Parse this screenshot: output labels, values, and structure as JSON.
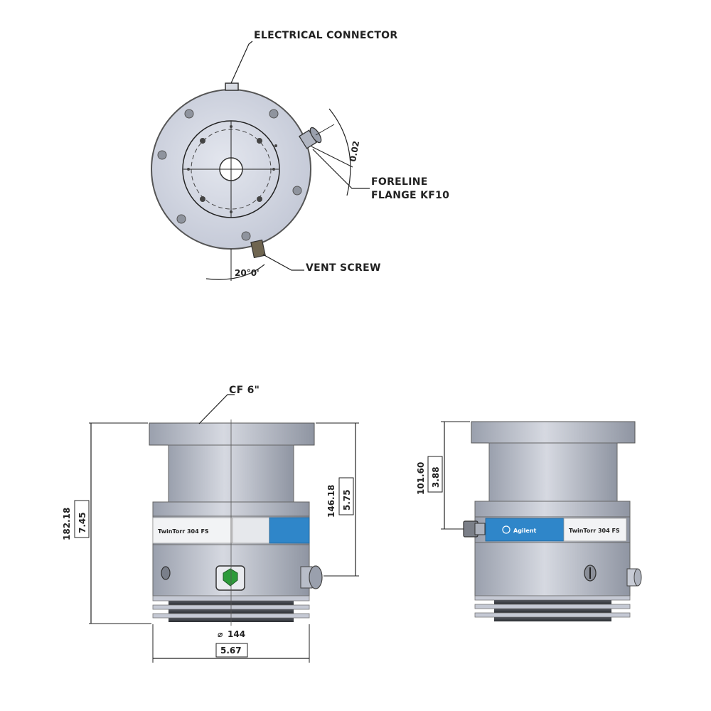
{
  "top_view": {
    "connector_label": "ELECTRICAL CONNECTOR",
    "foreline_line1": "FORELINE",
    "foreline_line2": "FLANGE KF10",
    "foreline_angle": "0.02",
    "vent_label": "VENT SCREW",
    "vent_angle": "20°0'"
  },
  "front_view": {
    "flange_label": "CF 6\"",
    "overall_height_mm": "182.18",
    "overall_height_in": "7.45",
    "body_height_mm": "146.18",
    "body_height_in": "5.75",
    "width_mm": "144",
    "width_in": "5.67",
    "width_prefix": "⌀",
    "nameplate_text": "TwinTorr 304 FS"
  },
  "side_view": {
    "height_mm": "101.60",
    "height_in": "3.88",
    "brand_text": "Agilent",
    "nameplate_text": "TwinTorr 304 FS"
  },
  "colors": {
    "body": "#c5c9d4",
    "body_dark": "#9aa0ad",
    "label_blue": "#2f86c9",
    "ribs": "#3a3d44"
  }
}
